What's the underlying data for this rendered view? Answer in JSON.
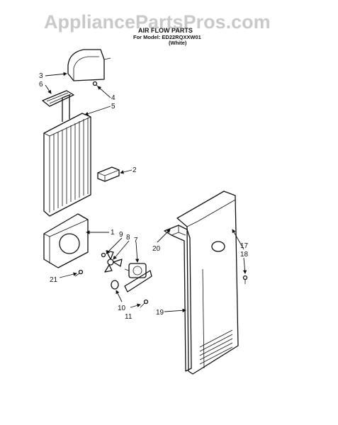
{
  "watermark": "AppliancePartsPros.com",
  "title": "AIR FLOW PARTS",
  "model_line": "For Model: ED22RQXXW01",
  "color_line": "(White)",
  "callouts": {
    "c1": "1",
    "c2": "2",
    "c3": "3",
    "c4": "4",
    "c5": "5",
    "c6": "6",
    "c7": "7",
    "c8": "8",
    "c9": "9",
    "c10": "10",
    "c11": "11",
    "c17": "17",
    "c18": "18",
    "c19": "19",
    "c20": "20",
    "c21": "21"
  }
}
